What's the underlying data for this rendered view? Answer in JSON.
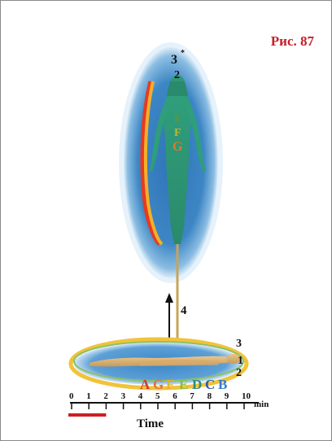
{
  "figure": {
    "caption": "Рис. 87"
  },
  "upper_aura": {
    "top_labels": [
      "3",
      "*",
      "2"
    ],
    "body_labels": [
      "E",
      "F",
      "G"
    ]
  },
  "arrow": {
    "label": "4"
  },
  "lower_aura": {
    "side_labels": [
      "3",
      "1",
      "2"
    ],
    "layer_letters": [
      {
        "letter": "A",
        "color": "#d23a2a"
      },
      {
        "letter": "G",
        "color": "#e2703a"
      },
      {
        "letter": "F",
        "color": "#e8b12f"
      },
      {
        "letter": "E",
        "color": "#8dbb3a"
      },
      {
        "letter": "D",
        "color": "#2c8a78"
      },
      {
        "letter": "C",
        "color": "#2a5aa8"
      },
      {
        "letter": "B",
        "color": "#2f7bd0"
      }
    ]
  },
  "timeline": {
    "ticks": [
      "0",
      "1",
      "2",
      "3",
      "4",
      "5",
      "6",
      "7",
      "8",
      "9",
      "10"
    ],
    "unit": "min",
    "axis_label": "Time",
    "highlight_range": [
      0,
      2
    ],
    "highlight_color": "#cc1f25"
  }
}
